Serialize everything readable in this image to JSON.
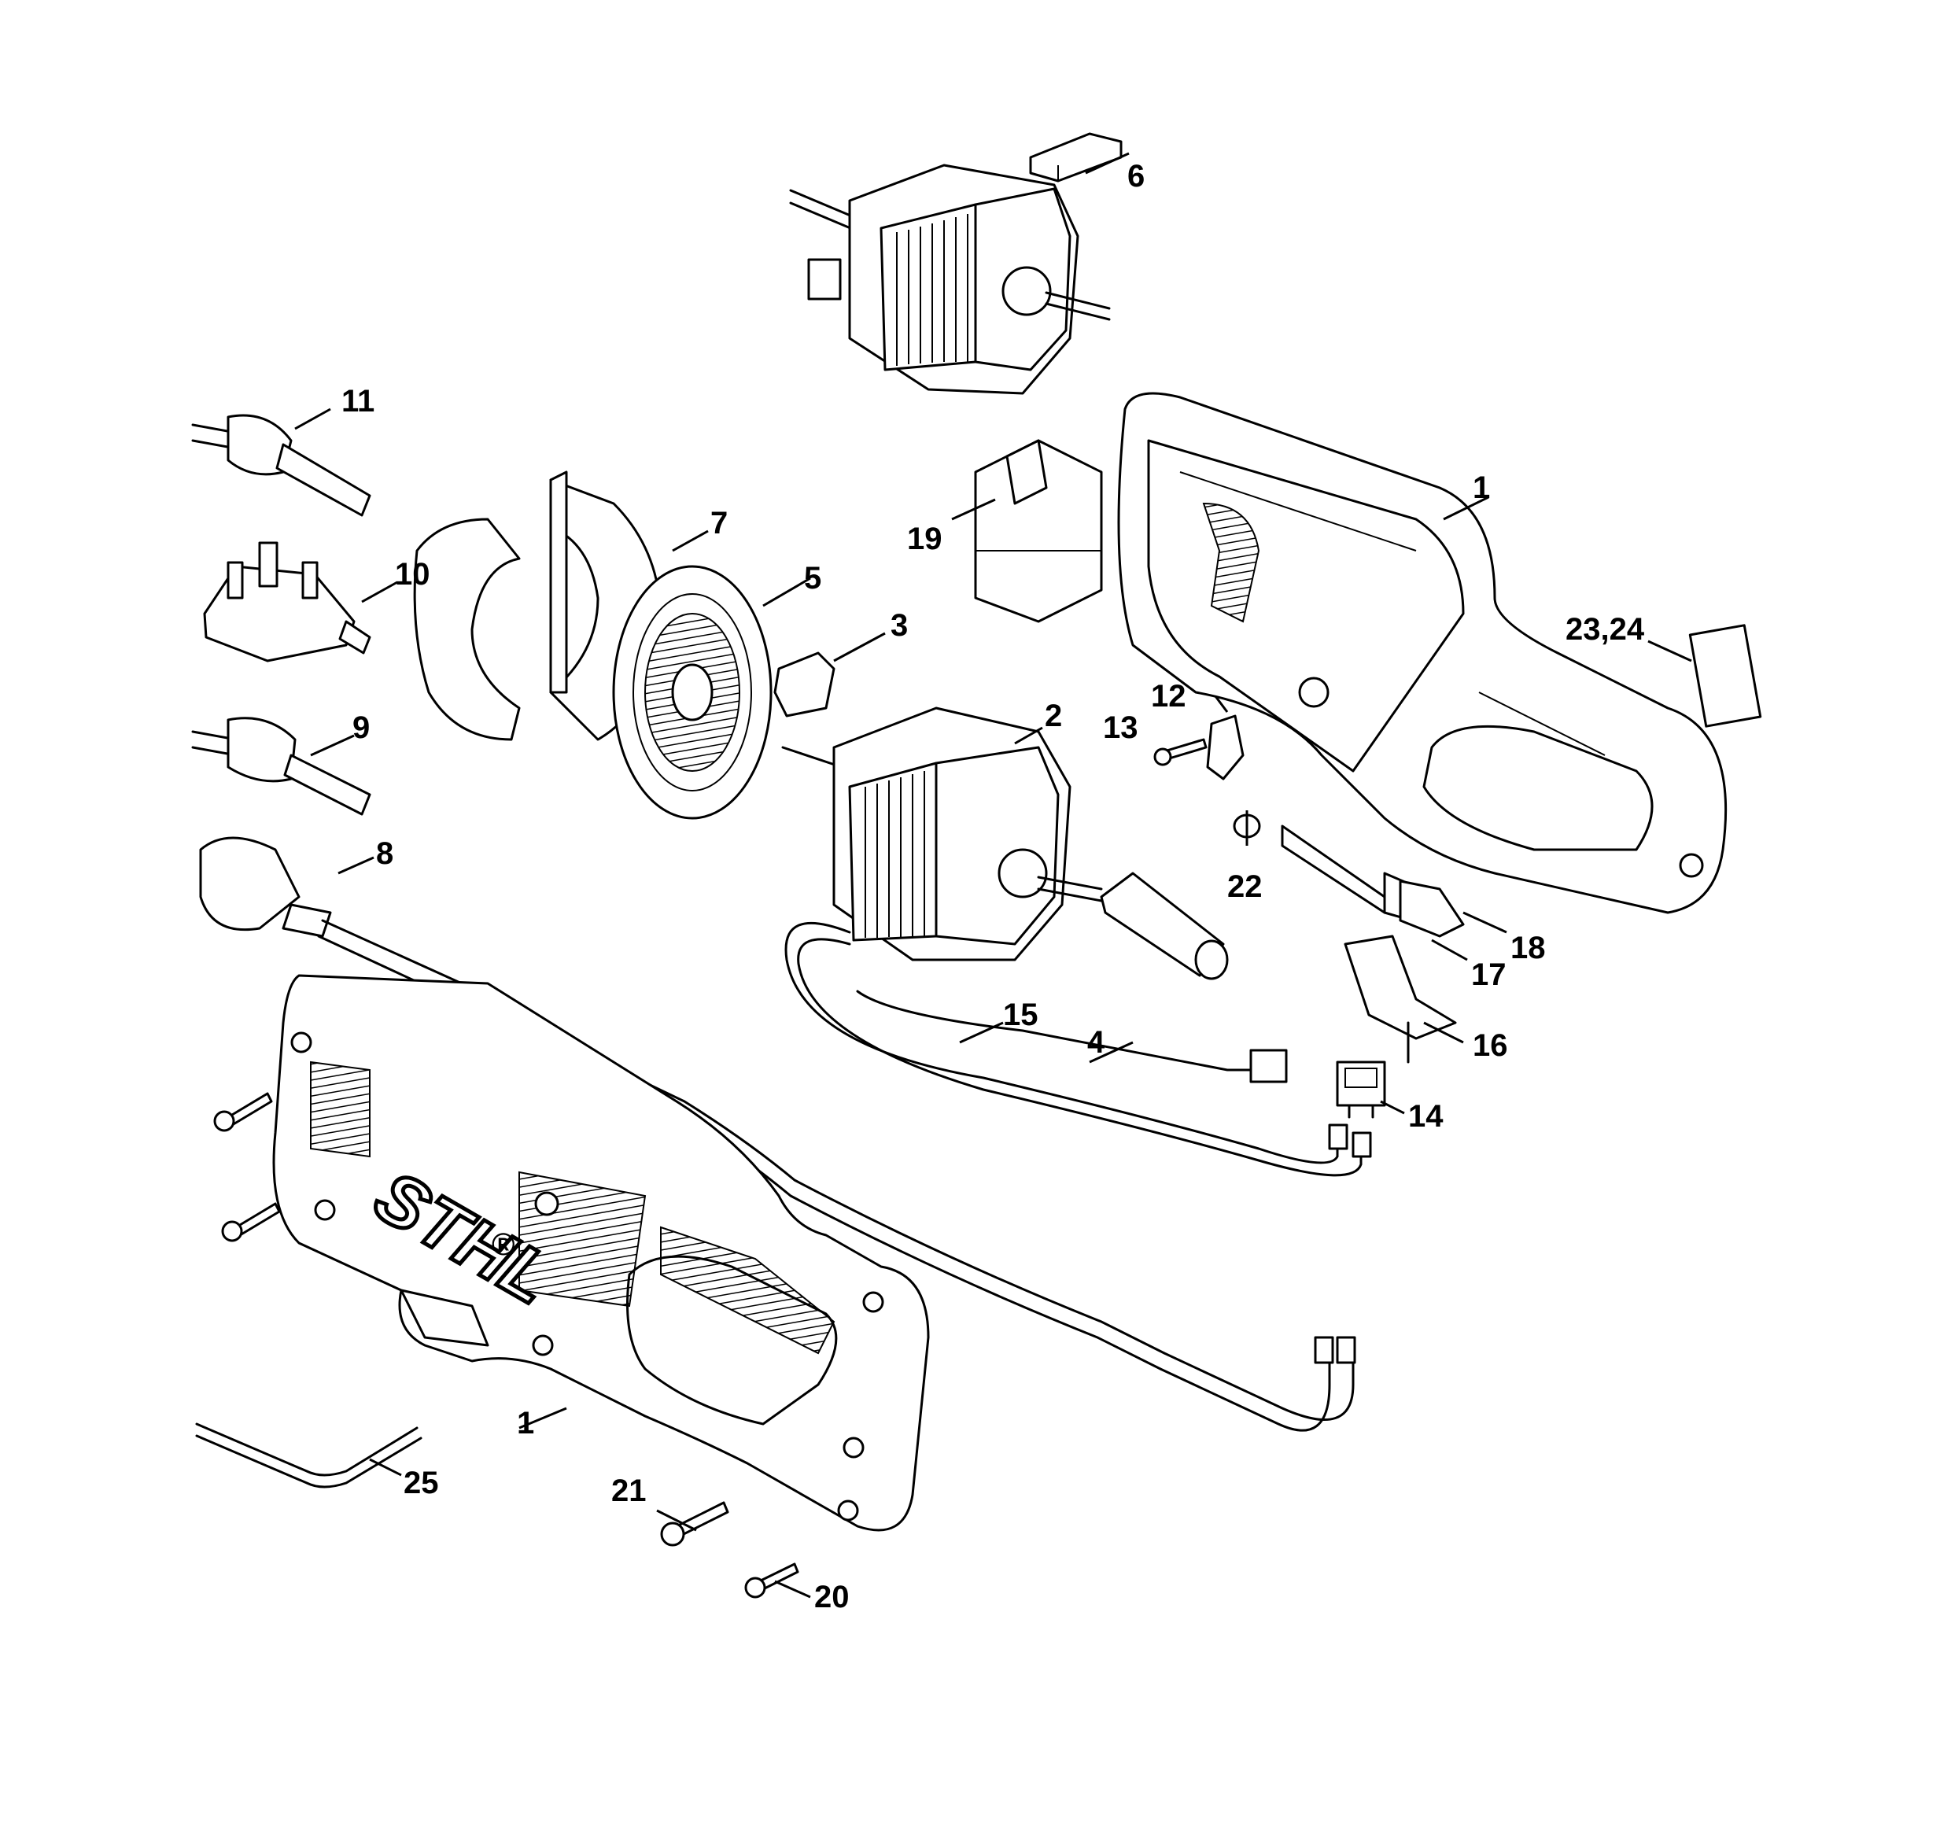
{
  "brand": {
    "logo_text": "STHL",
    "registered_mark": "®"
  },
  "callouts": [
    {
      "id": "1",
      "text": "1"
    },
    {
      "id": "1b",
      "text": "1"
    },
    {
      "id": "2",
      "text": "2"
    },
    {
      "id": "3",
      "text": "3"
    },
    {
      "id": "4",
      "text": "4"
    },
    {
      "id": "5",
      "text": "5"
    },
    {
      "id": "6",
      "text": "6"
    },
    {
      "id": "7",
      "text": "7"
    },
    {
      "id": "8",
      "text": "8"
    },
    {
      "id": "9",
      "text": "9"
    },
    {
      "id": "10",
      "text": "10"
    },
    {
      "id": "11",
      "text": "11"
    },
    {
      "id": "12",
      "text": "12"
    },
    {
      "id": "13",
      "text": "13"
    },
    {
      "id": "14",
      "text": "14"
    },
    {
      "id": "15",
      "text": "15"
    },
    {
      "id": "16",
      "text": "16"
    },
    {
      "id": "17",
      "text": "17"
    },
    {
      "id": "18",
      "text": "18"
    },
    {
      "id": "19",
      "text": "19"
    },
    {
      "id": "20",
      "text": "20"
    },
    {
      "id": "21",
      "text": "21"
    },
    {
      "id": "22",
      "text": "22"
    },
    {
      "id": "23_24",
      "text": "23,24"
    },
    {
      "id": "25",
      "text": "25"
    }
  ]
}
